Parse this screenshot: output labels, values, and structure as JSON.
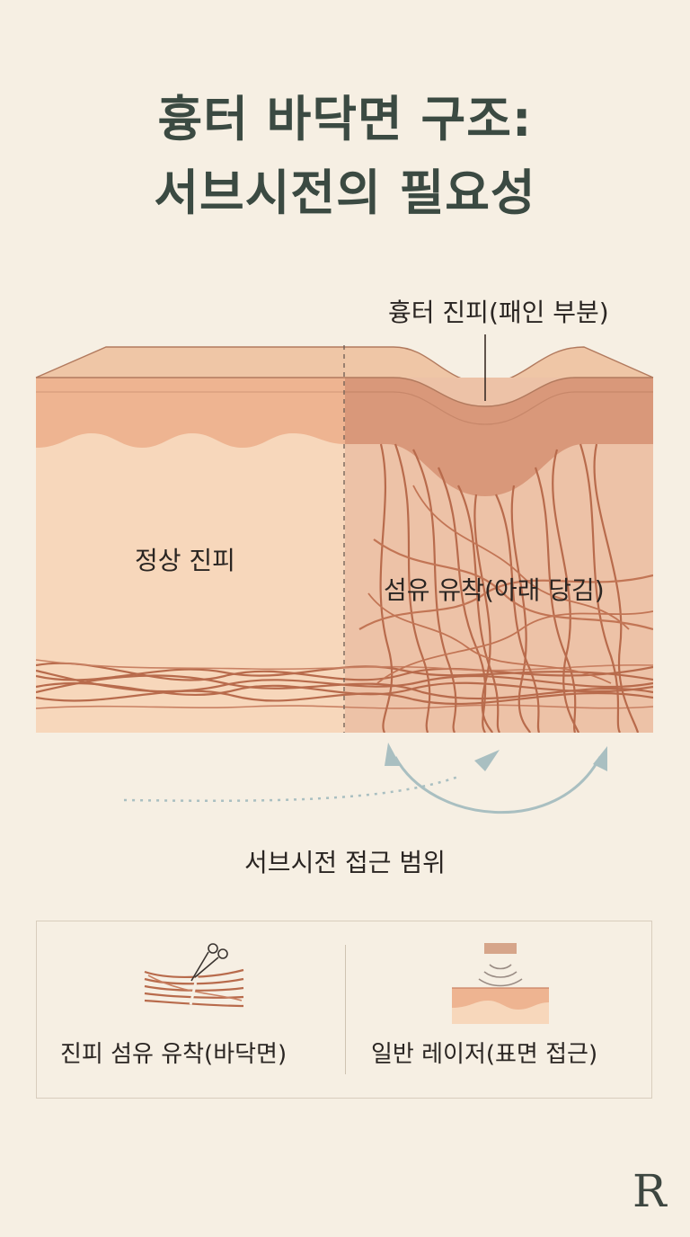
{
  "title": {
    "line1": "흉터 바닥면 구조:",
    "line2": "서브시전의 필요성"
  },
  "labels": {
    "scar_dermis": "흉터 진피(패인 부분)",
    "normal_dermis": "정상 진피",
    "fiber_adhesion": "섬유 유착(아래 당김)",
    "subcision_range": "서브시전 접근 범위"
  },
  "comparison": {
    "left_caption": "진피 섬유 유착(바닥면)",
    "left_icon": "scissors-fiber-icon",
    "right_caption": "일반 레이저(표면 접근)",
    "right_icon": "laser-surface-icon"
  },
  "logo": "R",
  "colors": {
    "background": "#f6efe3",
    "title": "#3b4a42",
    "skin_light": "#f6d4b6",
    "skin_mid": "#eab08d",
    "skin_scar": "#dca283",
    "fiber": "#b86b4c",
    "arrow": "#a9bfc1"
  }
}
